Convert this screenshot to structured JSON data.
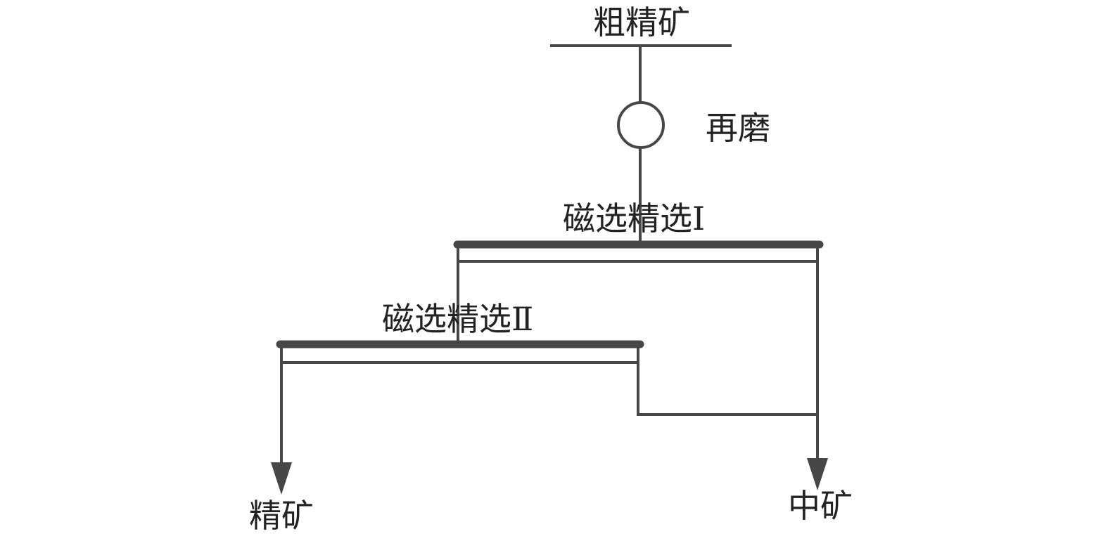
{
  "diagram": {
    "input": "粗精矿",
    "regrind": "再磨",
    "stage1": "磁选精选Ⅰ",
    "stage2": "磁选精选Ⅱ",
    "concentrate": "精矿",
    "middling": "中矿",
    "line_color": "#474747"
  }
}
